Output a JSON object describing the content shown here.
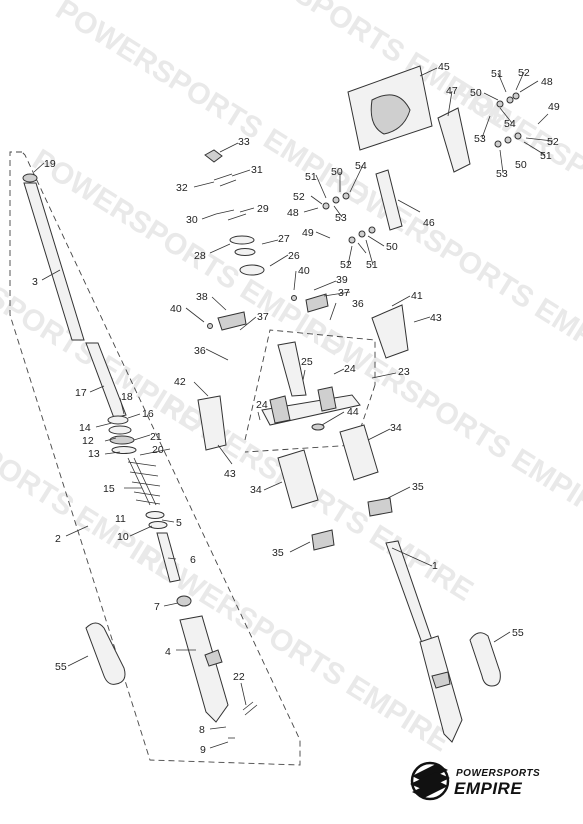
{
  "watermark": "POWERSPORTS EMPIRE",
  "brand": {
    "line1": "POWERSPORTS",
    "line2": "EMPIRE"
  },
  "callouts": {
    "c1": "1",
    "c2": "2",
    "c3": "3",
    "c4": "4",
    "c5": "5",
    "c6": "6",
    "c7": "7",
    "c8": "8",
    "c9": "9",
    "c11": "11",
    "c10": "10",
    "c12": "12",
    "c13": "13",
    "c14": "14",
    "c15": "15",
    "c16": "16",
    "c17": "17",
    "c18": "18",
    "c19": "19",
    "c20": "20",
    "c21": "21",
    "c22": "22",
    "c23": "23",
    "c24a": "24",
    "c24b": "24",
    "c25": "25",
    "c26": "26",
    "c27": "27",
    "c28": "28",
    "c29": "29",
    "c30": "30",
    "c31": "31",
    "c32": "32",
    "c33": "33",
    "c34a": "34",
    "c34b": "34",
    "c35a": "35",
    "c35b": "35",
    "c36a": "36",
    "c36b": "36",
    "c37a": "37",
    "c37b": "37",
    "c38": "38",
    "c39": "39",
    "c40a": "40",
    "c40b": "40",
    "c41": "41",
    "c42": "42",
    "c43a": "43",
    "c43b": "43",
    "c44": "44",
    "c45": "45",
    "c46": "46",
    "c47": "47",
    "c48a": "48",
    "c48b": "48",
    "c49a": "49",
    "c49b": "49",
    "c50a": "50",
    "c50b": "50",
    "c50c": "50",
    "c50d": "50",
    "c51a": "51",
    "c51b": "51",
    "c51c": "51",
    "c51d": "51",
    "c52a": "52",
    "c52b": "52",
    "c52c": "52",
    "c52d": "52",
    "c53a": "53",
    "c53b": "53",
    "c53c": "53",
    "c54a": "54",
    "c54b": "54",
    "c55a": "55",
    "c55b": "55"
  }
}
